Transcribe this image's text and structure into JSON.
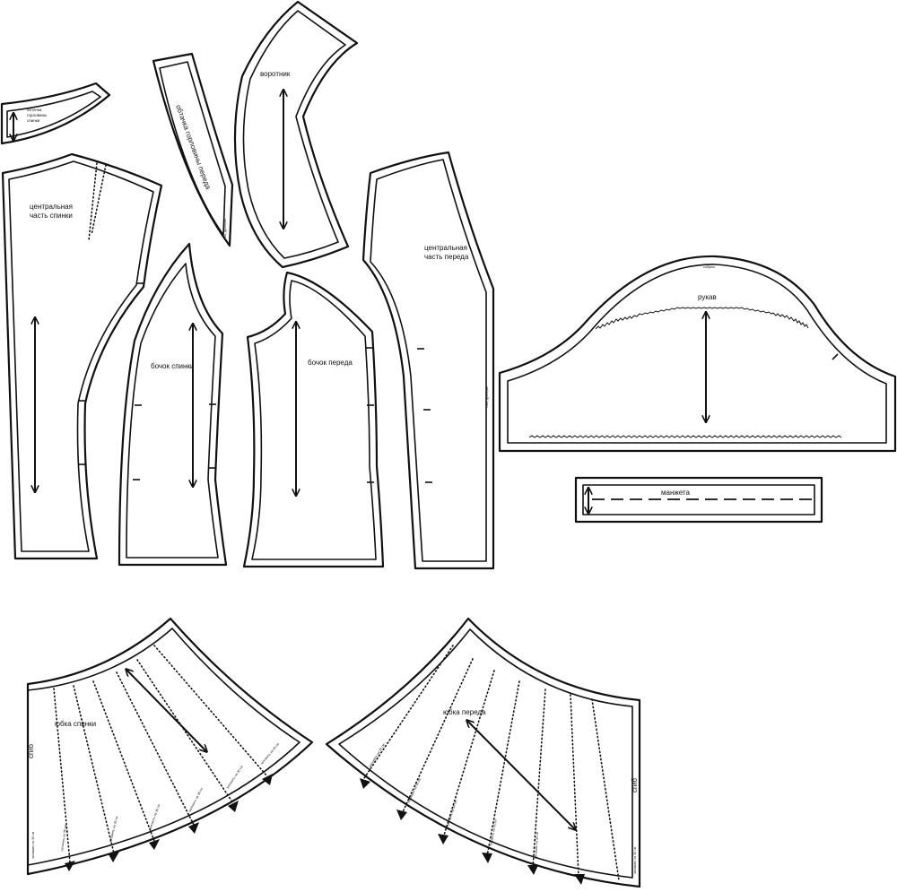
{
  "pieces": {
    "back_neck_facing": {
      "label_line1": "обтачка",
      "label_line2": "горловины",
      "label_line3": "спинки"
    },
    "front_neck_facing": {
      "label": "обтачка горловины переда",
      "fold": "сгиб, дублерин"
    },
    "collar": {
      "label": "воротник"
    },
    "center_back": {
      "label_line1": "центральная",
      "label_line2": "часть спинки"
    },
    "side_back": {
      "label": "бочок спинки"
    },
    "side_front": {
      "label": "бочок переда"
    },
    "center_front": {
      "label_line1": "центральная",
      "label_line2": "часть переда",
      "fold": "сгиб, дублерин"
    },
    "sleeve": {
      "label": "рукав",
      "gather": "собрать"
    },
    "cuff": {
      "label": "манжета"
    },
    "back_skirt": {
      "label": "юбка спинки",
      "fold": "сгиб",
      "fold_text": "заложить на 30 см"
    },
    "front_skirt": {
      "label": "юбка переда",
      "fold": "сгиб",
      "fold_text": "заложить на 30 см"
    }
  }
}
